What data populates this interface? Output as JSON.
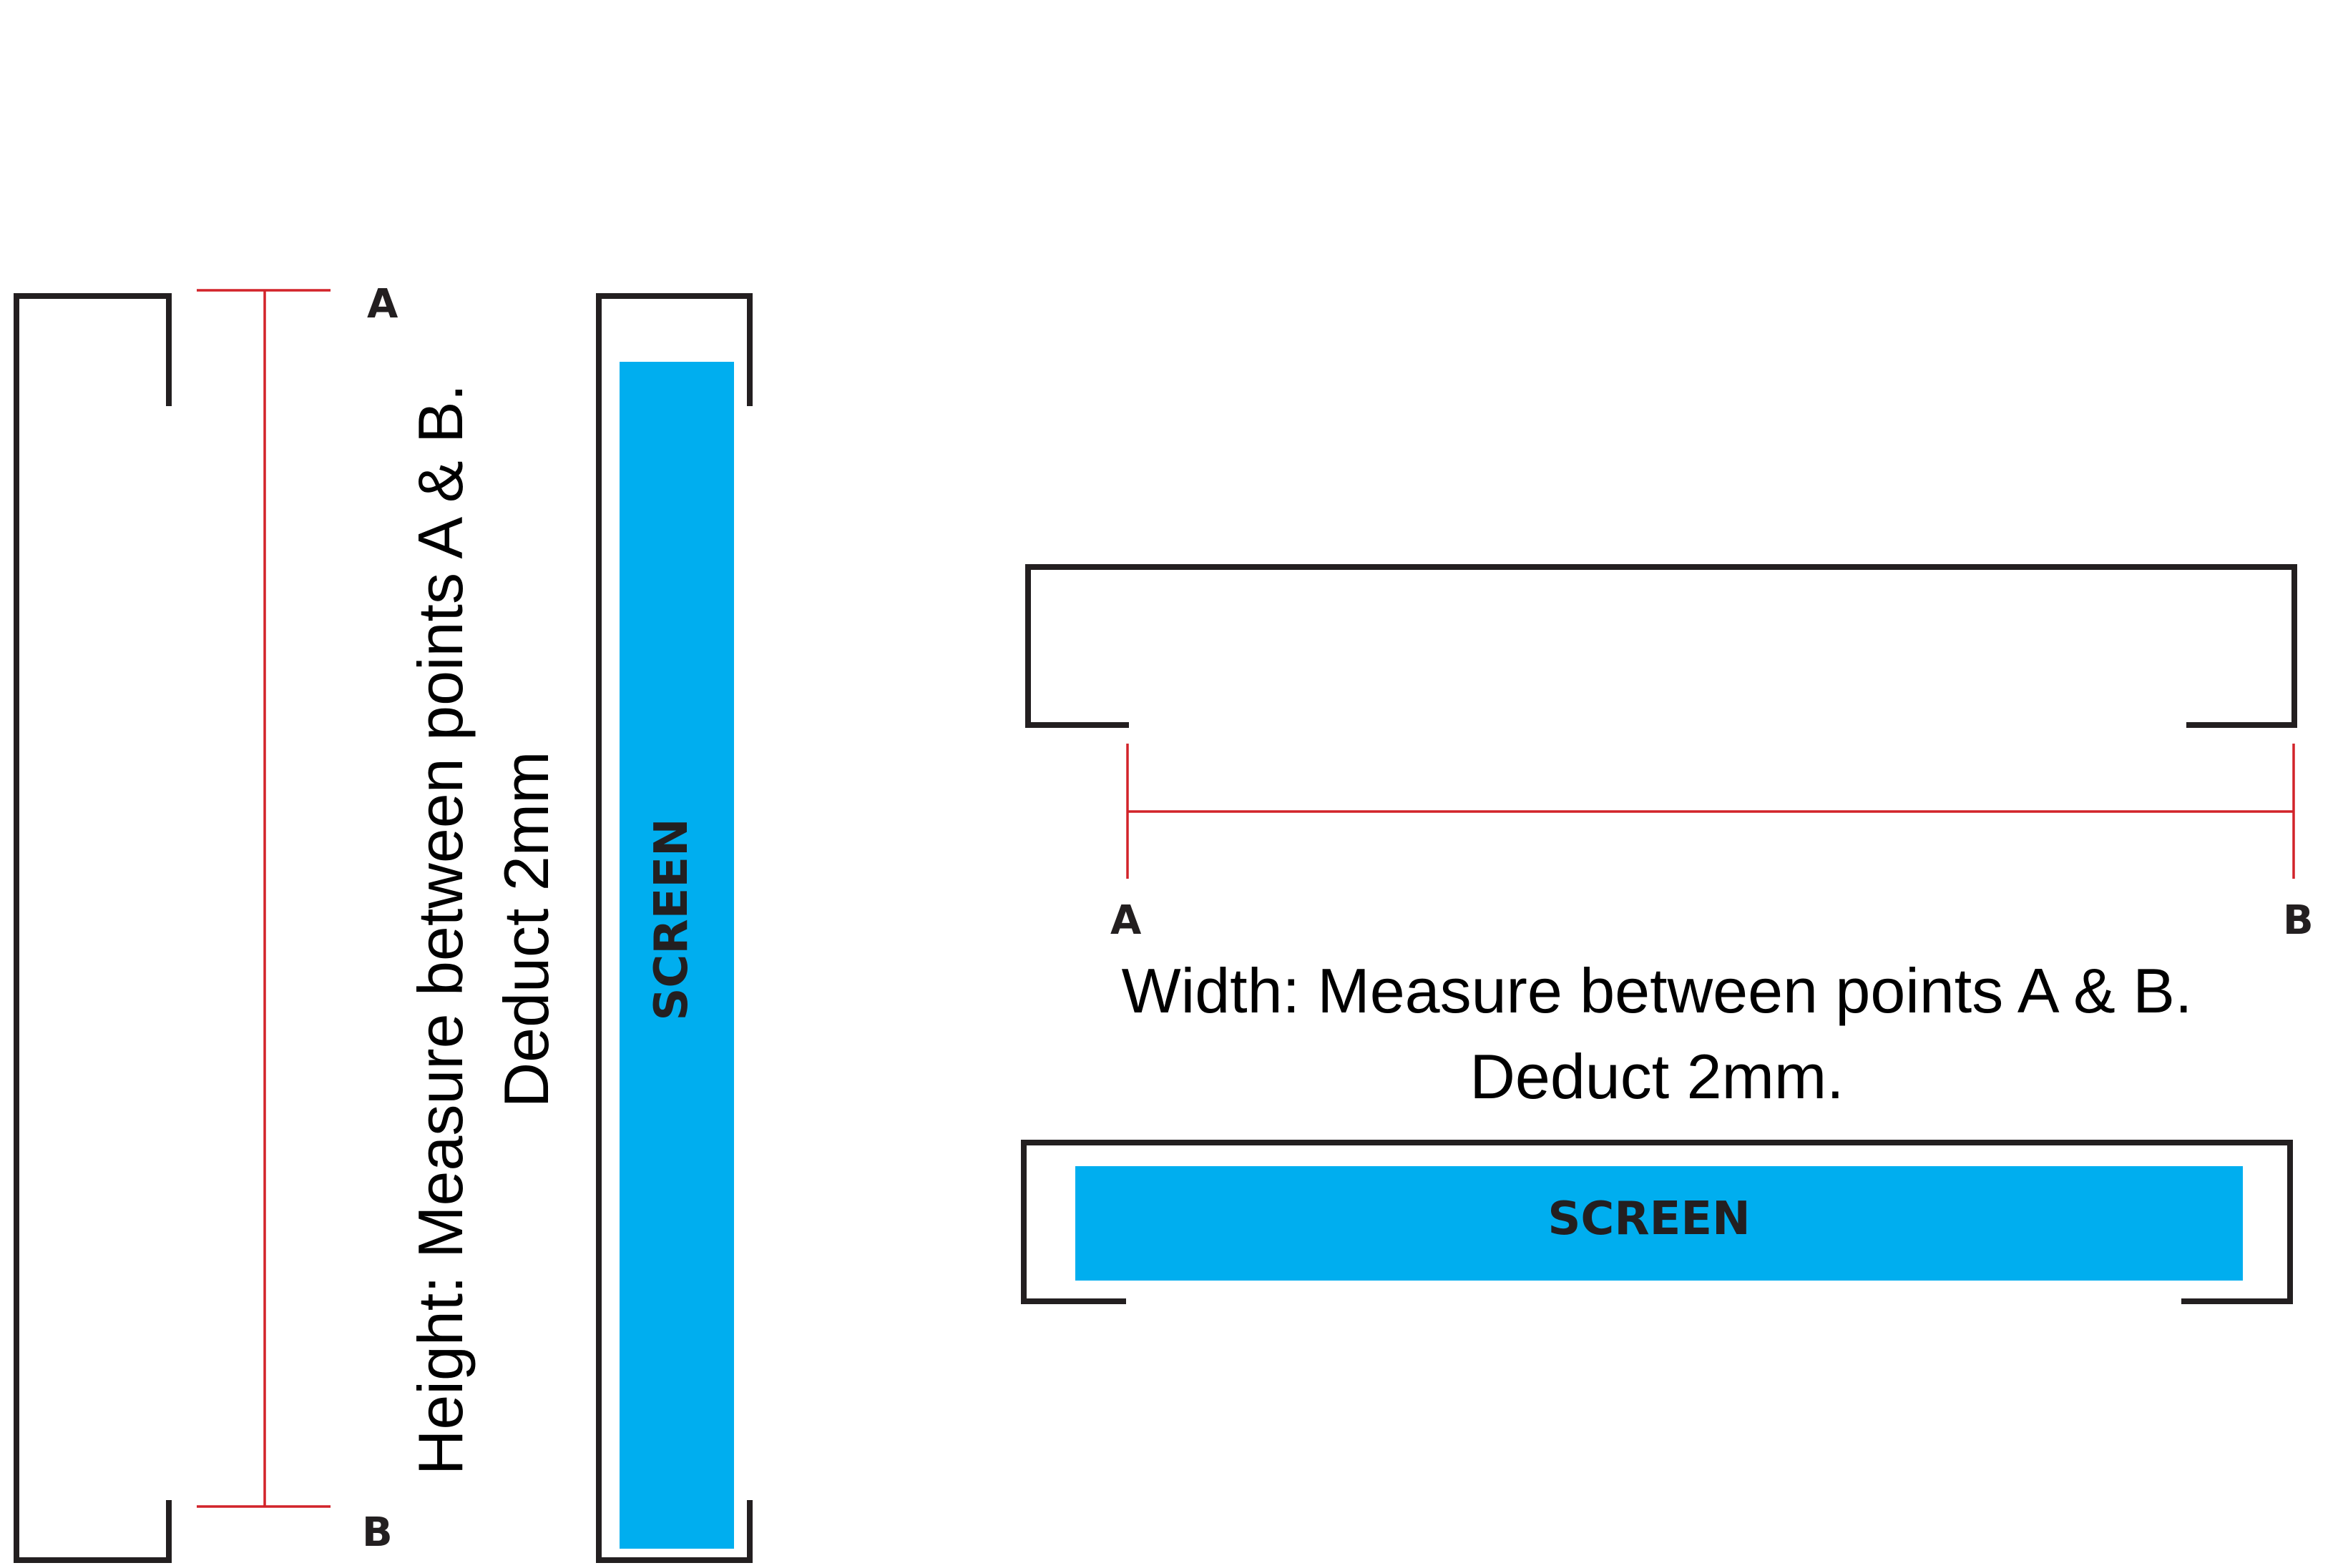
{
  "height_diagram": {
    "point_a": "A",
    "point_b": "B",
    "caption_line1": "Height: Measure between points A & B.",
    "caption_line2": "Deduct 2mm",
    "screen_label": "SCREEN"
  },
  "width_diagram": {
    "point_a": "A",
    "point_b": "B",
    "caption_line1": "Width: Measure between points A & B.",
    "caption_line2": "Deduct 2mm.",
    "screen_label": "SCREEN"
  },
  "colors": {
    "frame": "#231f20",
    "dimension_line": "#d2232a",
    "screen": "#00aeef"
  }
}
